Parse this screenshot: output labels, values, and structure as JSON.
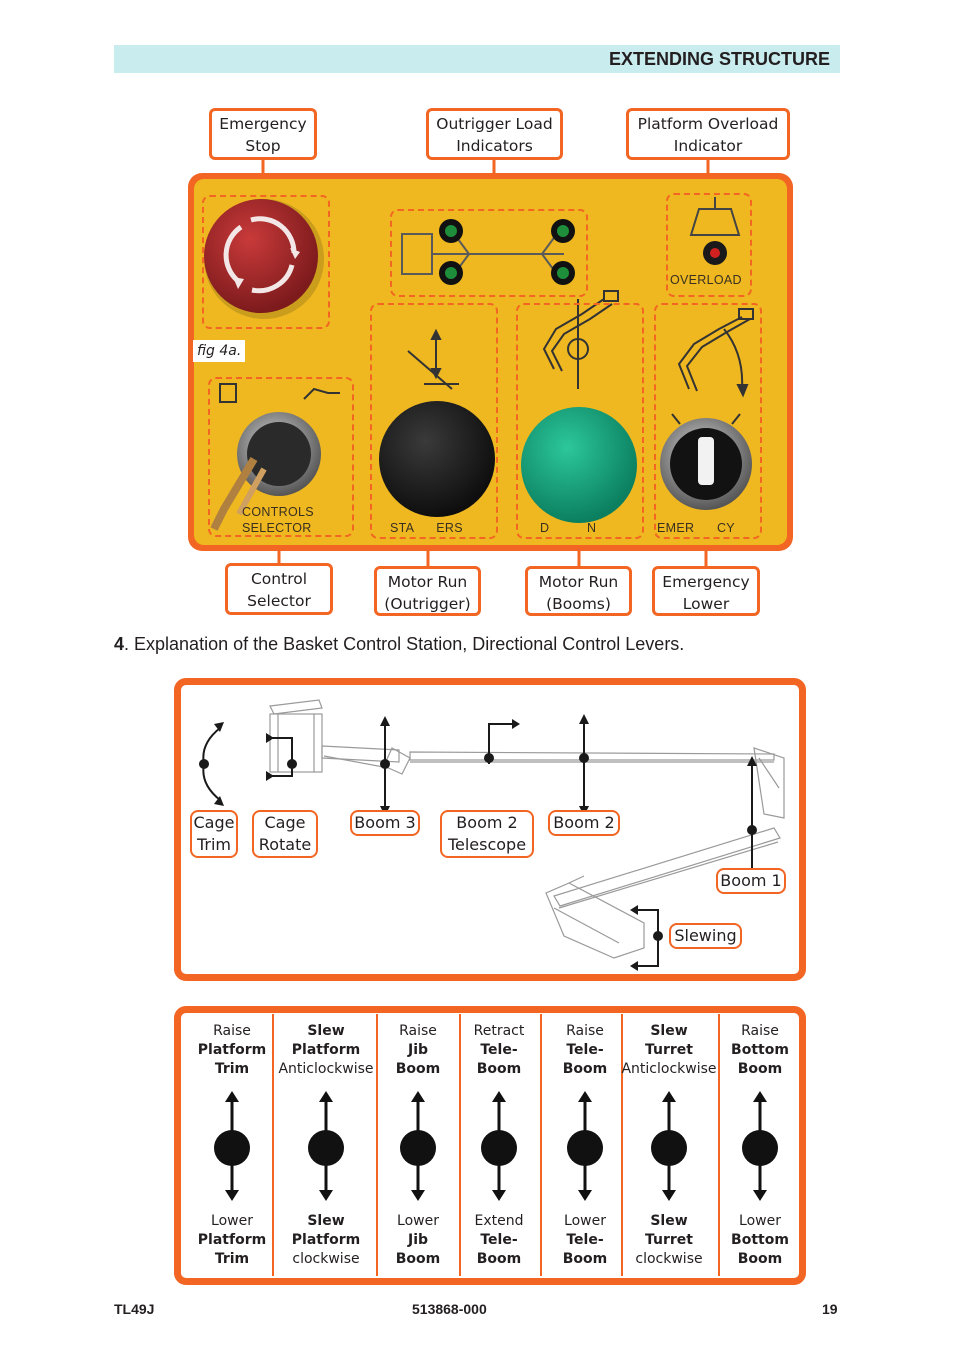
{
  "header": {
    "title": "EXTENDING STRUCTURE"
  },
  "figure_a": {
    "label": "fig 4a.",
    "callouts_top": [
      {
        "line1": "Emergency",
        "line2": "Stop"
      },
      {
        "line1": "Outrigger Load",
        "line2": "Indicators"
      },
      {
        "line1": "Platform Overload",
        "line2": "Indicator"
      }
    ],
    "callouts_bottom": [
      {
        "line1": "Control",
        "line2": "Selector"
      },
      {
        "line1": "Motor Run",
        "line2": "(Outrigger)"
      },
      {
        "line1": "Motor Run",
        "line2": "(Booms)"
      },
      {
        "line1": "Emergency",
        "line2": "Lower"
      }
    ],
    "panel_text": {
      "overload": "OVERLOAD",
      "controls_1": "CONTROLS",
      "controls_2": "SELECTOR",
      "stabilisers": "STA      ERS",
      "booms": "D          N",
      "emergency": "EMER      CY"
    },
    "colors": {
      "panel": "#efb820",
      "frame": "#f26522",
      "estop": "#b2272a",
      "green_button": "#14a57f"
    }
  },
  "section": {
    "number": "4",
    "text": ". Explanation of the Basket Control Station, Directional Control Levers."
  },
  "figure_b": {
    "labels": [
      {
        "line1": "Cage",
        "line2": "Trim"
      },
      {
        "line1": "Cage",
        "line2": "Rotate"
      },
      {
        "line1": "Boom 3",
        "line2": ""
      },
      {
        "line1": "Boom 2",
        "line2": "Telescope"
      },
      {
        "line1": "Boom 2",
        "line2": ""
      },
      {
        "line1": "Boom 1",
        "line2": ""
      },
      {
        "line1": "Slewing",
        "line2": ""
      }
    ]
  },
  "levers": [
    {
      "top": [
        "Raise",
        "Platform",
        "Trim"
      ],
      "top_bold": [
        false,
        true,
        true
      ],
      "bottom": [
        "Lower",
        "Platform",
        "Trim"
      ],
      "bottom_bold": [
        false,
        true,
        true
      ]
    },
    {
      "top": [
        "Slew",
        "Platform",
        "Anticlockwise"
      ],
      "top_bold": [
        true,
        true,
        false
      ],
      "bottom": [
        "Slew",
        "Platform",
        "clockwise"
      ],
      "bottom_bold": [
        true,
        true,
        false
      ]
    },
    {
      "top": [
        "Raise",
        "Jib",
        "Boom"
      ],
      "top_bold": [
        false,
        true,
        true
      ],
      "bottom": [
        "Lower",
        "Jib",
        "Boom"
      ],
      "bottom_bold": [
        false,
        true,
        true
      ]
    },
    {
      "top": [
        "Retract",
        "Tele-",
        "Boom"
      ],
      "top_bold": [
        false,
        true,
        true
      ],
      "bottom": [
        "Extend",
        "Tele-",
        "Boom"
      ],
      "bottom_bold": [
        false,
        true,
        true
      ]
    },
    {
      "top": [
        "Raise",
        "Tele-",
        "Boom"
      ],
      "top_bold": [
        false,
        true,
        true
      ],
      "bottom": [
        "Lower",
        "Tele-",
        "Boom"
      ],
      "bottom_bold": [
        false,
        true,
        true
      ]
    },
    {
      "top": [
        "Slew",
        "Turret",
        "Anticlockwise"
      ],
      "top_bold": [
        true,
        true,
        false
      ],
      "bottom": [
        "Slew",
        "Turret",
        "clockwise"
      ],
      "bottom_bold": [
        true,
        true,
        false
      ]
    },
    {
      "top": [
        "Raise",
        "Bottom",
        "Boom"
      ],
      "top_bold": [
        false,
        true,
        true
      ],
      "bottom": [
        "Lower",
        "Bottom",
        "Boom"
      ],
      "bottom_bold": [
        false,
        true,
        true
      ]
    }
  ],
  "footer": {
    "left": "TL49J",
    "center": "513868-000",
    "page": "19"
  }
}
